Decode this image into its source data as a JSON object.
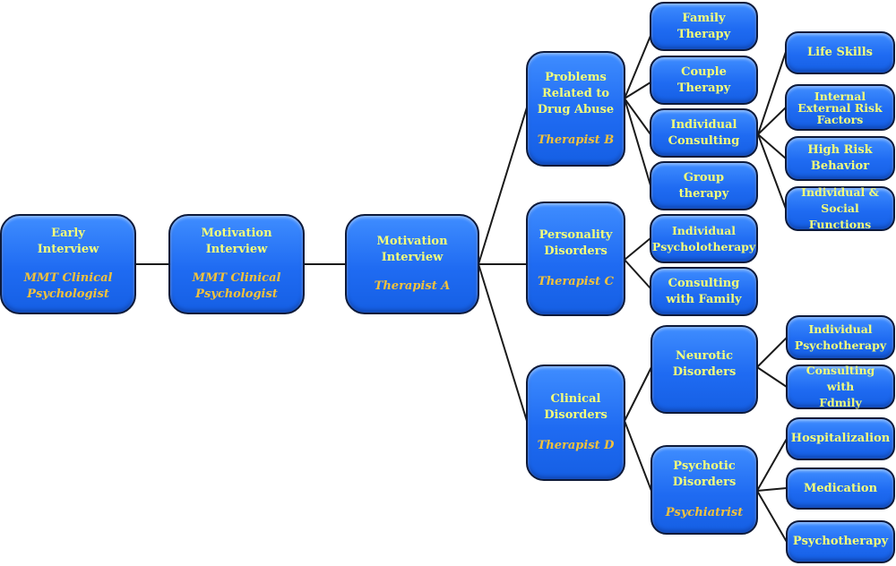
{
  "nodes": {
    "early_interview": {
      "label": "Early\nInterview",
      "role": "MMT Clinical\nPsychologist"
    },
    "motivation_interview_1": {
      "label": "Motivation\nInterview",
      "role": "MMT Clinical\nPsychologist"
    },
    "motivation_interview_2": {
      "label": "Motivation\nInterview",
      "role": "Therapist A"
    },
    "drug_abuse": {
      "label": "Problems\nRelated to\nDrug Abuse",
      "role": "Therapist B"
    },
    "personality": {
      "label": "Personality\nDisorders",
      "role": "Therapist C"
    },
    "clinical": {
      "label": "Clinical\nDisorders",
      "role": "Therapist D"
    },
    "family_therapy": {
      "label": "Family\nTherapy"
    },
    "couple_therapy": {
      "label": "Couple\nTherapy"
    },
    "individual_consulting": {
      "label": "Individual\nConsulting"
    },
    "group_therapy": {
      "label": "Group\ntherapy"
    },
    "individual_psycholotherapy": {
      "label": "Individual\nPsycholotherapy"
    },
    "consulting_family": {
      "label": "Consulting\nwith Family"
    },
    "neurotic": {
      "label": "Neurotic\nDisorders"
    },
    "psychotic": {
      "label": "Psychotic\nDisorders",
      "role": "Psychiatrist"
    },
    "life_skills": {
      "label": "Life Skills"
    },
    "risk_factors": {
      "label": "Internal\nExternal Risk\nFactors"
    },
    "high_risk": {
      "label": "High Risk\nBehavior"
    },
    "social_functions": {
      "label": "Individual &\nSocial Functions"
    },
    "individual_psychotherapy": {
      "label": "Individual\nPsychotherapy"
    },
    "consulting_fdmily": {
      "label": "Consulting with\nFdmily"
    },
    "hospitalization": {
      "label": "Hospitalizalion"
    },
    "medication": {
      "label": "Medication"
    },
    "psychotherapy": {
      "label": "Psychotherapy"
    }
  },
  "colors": {
    "box_fill": "#2a78f5",
    "box_border": "#0d1a3a",
    "label_text": "#f4ff7a",
    "role_text": "#f2c23c",
    "connector": "#1a1a1a"
  }
}
